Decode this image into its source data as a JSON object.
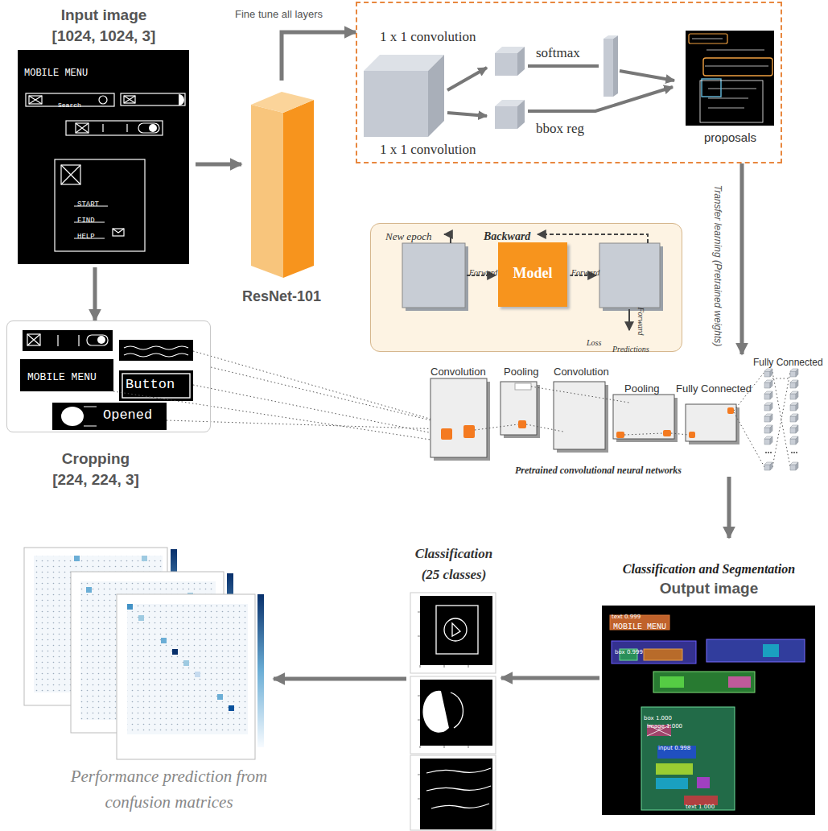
{
  "diagram": {
    "nodes": [
      {
        "text": [
          "Input image",
          "[1024, 1024, 3]"
        ]
      },
      {
        "text": [
          "ResNet-101"
        ]
      },
      {
        "text": [
          "1 x 1 convolution",
          "softmax",
          "bbox reg",
          "1 x 1 convolution"
        ]
      },
      {
        "text": [
          "proposals"
        ],
        "in": 2
      },
      {
        "text": [
          "New epoch",
          "Backward",
          "Forward",
          "Forward",
          "Forward",
          "Loss",
          "Predictions"
        ]
      },
      {
        "text": [
          "Model"
        ],
        "in": 4
      },
      {
        "text": [
          "Convolution",
          "Pooling",
          "Convolution",
          "Pooling",
          "Fully Connected",
          "Fully Connected",
          "Pretrained convolutional neural networks"
        ]
      },
      {
        "text": [
          "Cropping",
          "[224, 224, 3]"
        ]
      },
      {
        "text": [
          "Classification and Segmentation",
          "Output image"
        ]
      },
      {
        "text": [
          "Classification",
          "(25 classes)"
        ]
      },
      {
        "text": [
          "Performance prediction from confusion matrices"
        ]
      }
    ],
    "edges": [
      {
        "from": 0,
        "to": 1,
        "arrow": "to"
      },
      {
        "from": 1,
        "to": 2,
        "label": "Fine tune all layers",
        "arrow": "to"
      },
      {
        "from": 2,
        "to": 6,
        "label": "Transfer learning (Pretrained weights)",
        "arrow": "to"
      },
      {
        "from": 0,
        "to": 7,
        "arrow": "to"
      },
      {
        "from": 7,
        "to": 6,
        "arrow": "none"
      },
      {
        "from": 6,
        "to": 8,
        "arrow": "to"
      },
      {
        "from": 8,
        "to": 9,
        "arrow": "to"
      },
      {
        "from": 9,
        "to": 10,
        "arrow": "to"
      }
    ],
    "labels": [
      "MOBILE MENU",
      "Search",
      "START",
      "FIND",
      "HELP",
      "MOBILE MENU",
      "Button",
      "Opened",
      "text 0.999",
      "MOBILE MENU",
      "box 0.999",
      "box 1.000",
      "image 1.000",
      "input 0.998",
      "text 1.000"
    ]
  }
}
